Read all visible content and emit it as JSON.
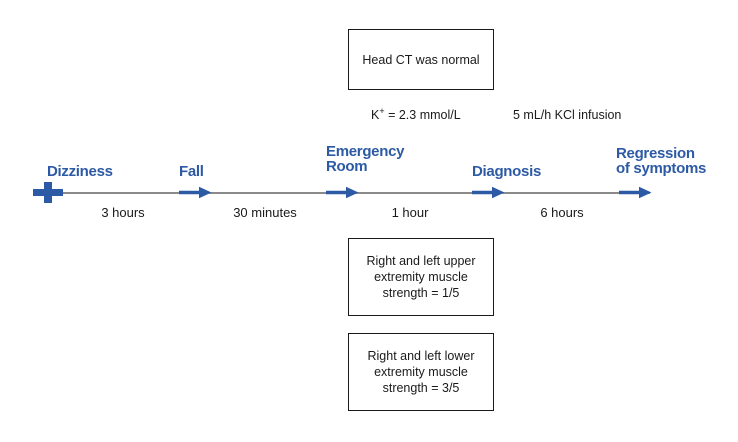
{
  "diagram": {
    "title": "patient-symptom-timeline",
    "events": [
      {
        "lines": [
          "Dizziness"
        ],
        "marker": "cross"
      },
      {
        "lines": [
          "Fall"
        ],
        "marker": "arrow"
      },
      {
        "lines": [
          "Emergency",
          "Room"
        ],
        "marker": "arrow"
      },
      {
        "lines": [
          "Diagnosis"
        ],
        "marker": "arrow"
      },
      {
        "lines": [
          "Regression",
          "of symptoms"
        ],
        "marker": "arrow"
      }
    ],
    "intervals": [
      {
        "label": "3 hours"
      },
      {
        "label": "30 minutes"
      },
      {
        "label": "1 hour"
      },
      {
        "label": "6 hours"
      }
    ],
    "notes": {
      "head_ct": "Head CT was normal",
      "potassium": {
        "base": "K",
        "sup": "+",
        "rest": " = 2.3 mmol/L"
      },
      "kcl_infusion": "5 mL/h KCl infusion",
      "upper_extremity": {
        "lines": [
          "Right and left upper",
          "extremity muscle",
          "strength = 1/5"
        ]
      },
      "lower_extremity": {
        "lines": [
          "Right and left lower",
          "extremity muscle",
          "strength = 3/5"
        ]
      }
    },
    "colors": {
      "accent_blue": "#2d5aa5",
      "axis_gray": "#8a8a8a",
      "text_black": "#1a1a1a"
    }
  }
}
